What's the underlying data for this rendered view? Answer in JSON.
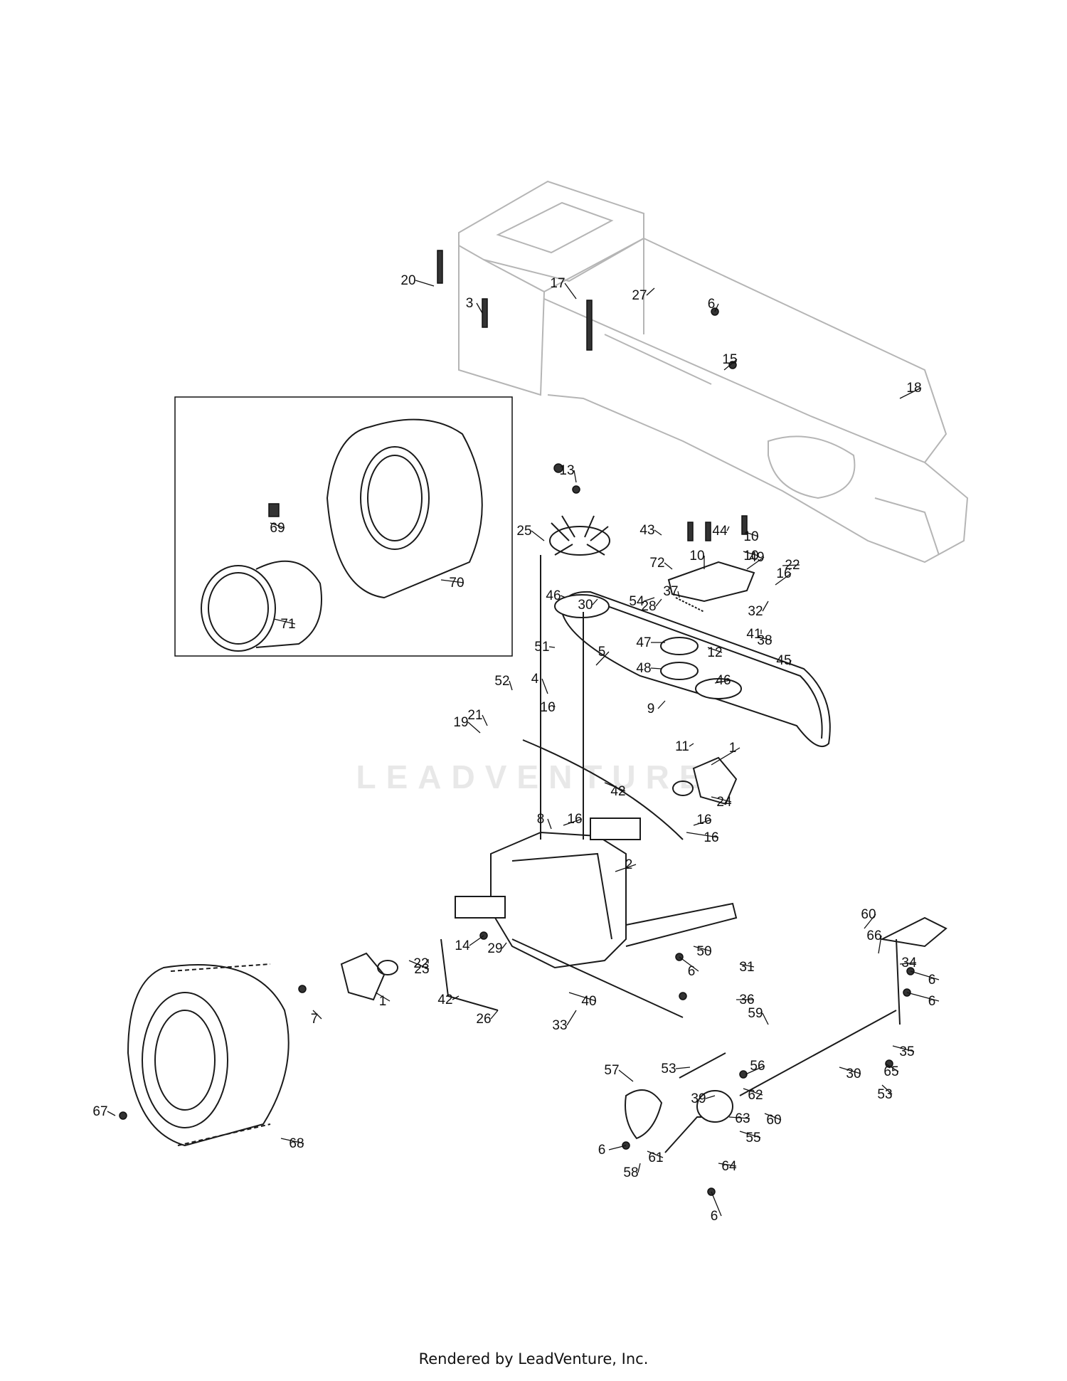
{
  "watermark": "LEADVENTURE",
  "footer": "Rendered by LeadVenture, Inc.",
  "callouts": [
    "1",
    "1",
    "2",
    "3",
    "4",
    "5",
    "6",
    "6",
    "6",
    "6",
    "6",
    "6",
    "7",
    "8",
    "9",
    "10",
    "10",
    "10",
    "11",
    "12",
    "13",
    "14",
    "15",
    "16",
    "16",
    "16",
    "16",
    "16",
    "17",
    "18",
    "19",
    "20",
    "21",
    "22",
    "22",
    "23",
    "24",
    "25",
    "26",
    "27",
    "28",
    "29",
    "30",
    "30",
    "31",
    "32",
    "33",
    "34",
    "35",
    "36",
    "37",
    "38",
    "39",
    "40",
    "41",
    "42",
    "42",
    "43",
    "44",
    "45",
    "46",
    "46",
    "47",
    "48",
    "49",
    "50",
    "51",
    "52",
    "53",
    "53",
    "54",
    "55",
    "56",
    "57",
    "58",
    "59",
    "60",
    "60",
    "61",
    "62",
    "63",
    "64",
    "65",
    "66",
    "67",
    "68",
    "69",
    "70",
    "71",
    "72"
  ]
}
